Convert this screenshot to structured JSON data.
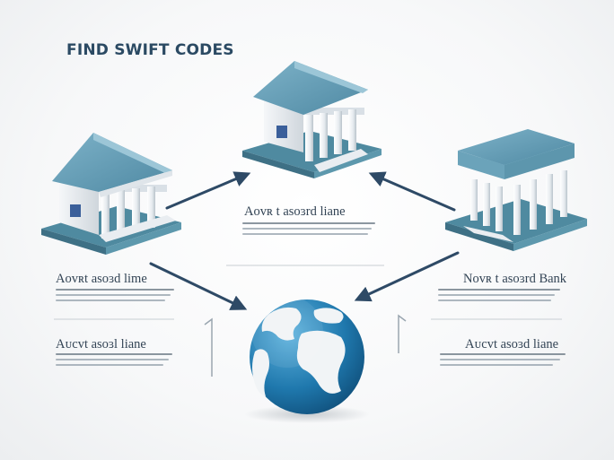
{
  "title": "FIND SWIFT CODES",
  "labels": {
    "top_center": "Aᴏᴠʀ t asoɜrd liane",
    "left_upper": "Aᴏᴠʀt asoɜd lime",
    "left_lower": "Aᴜcvt asoɜl liane",
    "right_upper": "Nᴏᴠʀ t asoɜrd Bank",
    "right_lower": "Aᴜcvt asoɜd liane"
  },
  "colors": {
    "roof": "#5b97b0",
    "base": "#4f8aa0",
    "column": "#eef1f4",
    "wall": "#e4e8ec",
    "arrow": "#2e4a66",
    "ocean": "#1e74a8",
    "land": "#f2f4f5",
    "title": "#2b4a63"
  },
  "icons": [
    "bank-building-icon",
    "bank-building-icon",
    "bank-building-icon",
    "globe-icon"
  ]
}
